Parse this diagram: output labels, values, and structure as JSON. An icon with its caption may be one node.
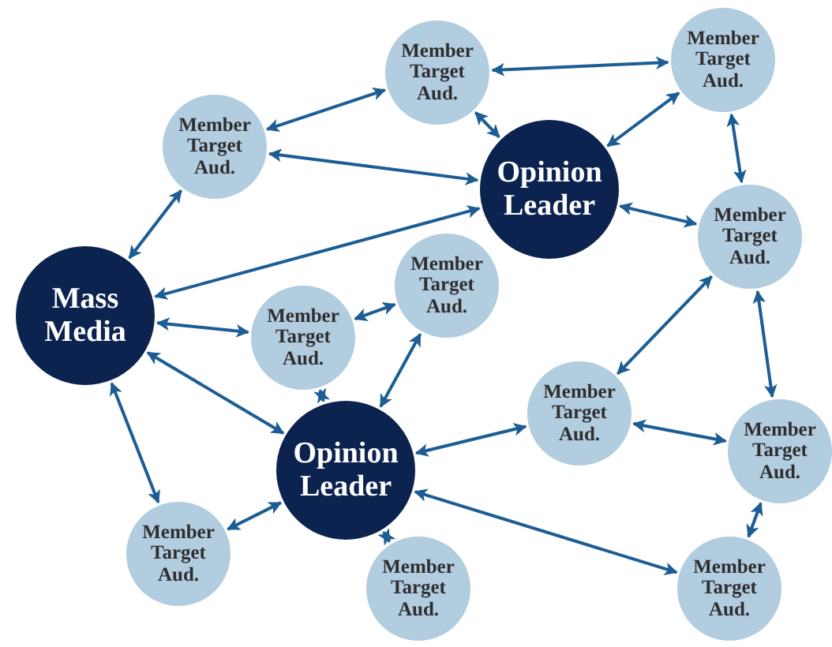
{
  "diagram": {
    "nodes": [
      {
        "text": [
          "Member Target Aud."
        ]
      },
      {
        "text": [
          "Member Target Aud."
        ]
      },
      {
        "text": [
          "Member Target Aud."
        ]
      },
      {
        "text": [
          "Opinion Leader"
        ]
      },
      {
        "text": [
          "Member Target Aud."
        ]
      },
      {
        "text": [
          "Member Target Aud."
        ]
      },
      {
        "text": [
          "Mass Media"
        ]
      },
      {
        "text": [
          "Member Target Aud."
        ]
      },
      {
        "text": [
          "Member Target Aud."
        ]
      },
      {
        "text": [
          "Opinion Leader"
        ]
      },
      {
        "text": [
          "Member Target Aud."
        ]
      },
      {
        "text": [
          "Member Target Aud."
        ]
      },
      {
        "text": [
          "Member Target Aud."
        ]
      },
      {
        "text": [
          "Member Target Aud."
        ]
      }
    ],
    "edges": [
      {
        "from": 2,
        "to": 0,
        "arrow": "both"
      },
      {
        "from": 0,
        "to": 1,
        "arrow": "both"
      },
      {
        "from": 0,
        "to": 3,
        "arrow": "both"
      },
      {
        "from": 1,
        "to": 3,
        "arrow": "both"
      },
      {
        "from": 1,
        "to": 4,
        "arrow": "both"
      },
      {
        "from": 3,
        "to": 4,
        "arrow": "both"
      },
      {
        "from": 2,
        "to": 3,
        "arrow": "both"
      },
      {
        "from": 6,
        "to": 3,
        "arrow": "both"
      },
      {
        "from": 6,
        "to": 2,
        "arrow": "both"
      },
      {
        "from": 6,
        "to": 7,
        "arrow": "both"
      },
      {
        "from": 5,
        "to": 7,
        "arrow": "both"
      },
      {
        "from": 7,
        "to": 9,
        "arrow": "both"
      },
      {
        "from": 5,
        "to": 9,
        "arrow": "both"
      },
      {
        "from": 6,
        "to": 9,
        "arrow": "both"
      },
      {
        "from": 6,
        "to": 11,
        "arrow": "both"
      },
      {
        "from": 11,
        "to": 9,
        "arrow": "both"
      },
      {
        "from": 9,
        "to": 12,
        "arrow": "both"
      },
      {
        "from": 9,
        "to": 8,
        "arrow": "both"
      },
      {
        "from": 9,
        "to": 13,
        "arrow": "both"
      },
      {
        "from": 8,
        "to": 4,
        "arrow": "both"
      },
      {
        "from": 4,
        "to": 10,
        "arrow": "both"
      },
      {
        "from": 8,
        "to": 10,
        "arrow": "both"
      },
      {
        "from": 10,
        "to": 13,
        "arrow": "both"
      }
    ]
  }
}
